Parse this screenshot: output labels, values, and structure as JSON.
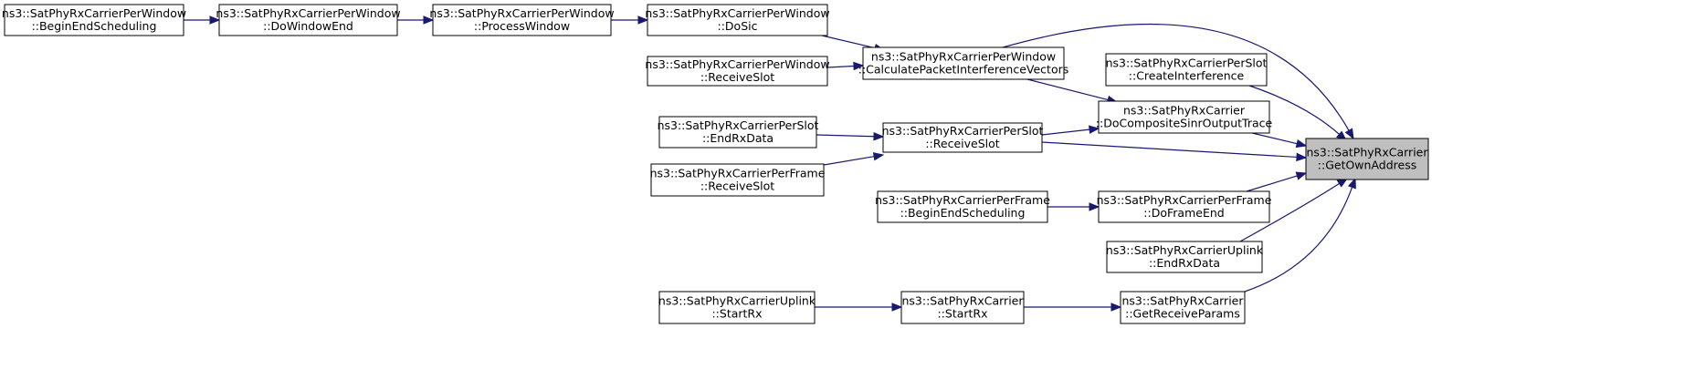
{
  "colors": {
    "edge": "#191970",
    "node_border": "#000000",
    "node_fill": "#ffffff",
    "focus_fill": "#bfbfbf"
  },
  "nodes": [
    {
      "id": "n1",
      "line1": "ns3::SatPhyRxCarrierPerWindow",
      "line2": "::BeginEndScheduling"
    },
    {
      "id": "n2",
      "line1": "ns3::SatPhyRxCarrierPerWindow",
      "line2": "::DoWindowEnd"
    },
    {
      "id": "n3",
      "line1": "ns3::SatPhyRxCarrierPerWindow",
      "line2": "::ProcessWindow"
    },
    {
      "id": "n4",
      "line1": "ns3::SatPhyRxCarrierPerWindow",
      "line2": "::DoSic"
    },
    {
      "id": "n5",
      "line1": "ns3::SatPhyRxCarrierPerWindow",
      "line2": "::ReceiveSlot"
    },
    {
      "id": "n6",
      "line1": "ns3::SatPhyRxCarrierPerWindow",
      "line2": "::CalculatePacketInterferenceVectors"
    },
    {
      "id": "n7",
      "line1": "ns3::SatPhyRxCarrierPerSlot",
      "line2": "::CreateInterference"
    },
    {
      "id": "n8",
      "line1": "ns3::SatPhyRxCarrier",
      "line2": "::DoCompositeSinrOutputTrace"
    },
    {
      "id": "n9",
      "line1": "ns3::SatPhyRxCarrierPerSlot",
      "line2": "::EndRxData"
    },
    {
      "id": "n10",
      "line1": "ns3::SatPhyRxCarrierPerSlot",
      "line2": "::ReceiveSlot"
    },
    {
      "id": "n11",
      "line1": "ns3::SatPhyRxCarrierPerFrame",
      "line2": "::ReceiveSlot"
    },
    {
      "id": "n12",
      "line1": "ns3::SatPhyRxCarrierPerFrame",
      "line2": "::BeginEndScheduling"
    },
    {
      "id": "n13",
      "line1": "ns3::SatPhyRxCarrierPerFrame",
      "line2": "::DoFrameEnd"
    },
    {
      "id": "n14",
      "line1": "ns3::SatPhyRxCarrierUplink",
      "line2": "::EndRxData"
    },
    {
      "id": "n15",
      "line1": "ns3::SatPhyRxCarrierUplink",
      "line2": "::StartRx"
    },
    {
      "id": "n16",
      "line1": "ns3::SatPhyRxCarrier",
      "line2": "::StartRx"
    },
    {
      "id": "n17",
      "line1": "ns3::SatPhyRxCarrier",
      "line2": "::GetReceiveParams"
    },
    {
      "id": "n18",
      "line1": "ns3::SatPhyRxCarrier",
      "line2": "::GetOwnAddress",
      "focus": true
    }
  ],
  "edges": [
    {
      "from": "n1",
      "to": "n2"
    },
    {
      "from": "n2",
      "to": "n3"
    },
    {
      "from": "n3",
      "to": "n4"
    },
    {
      "from": "n4",
      "to": "n6"
    },
    {
      "from": "n5",
      "to": "n6"
    },
    {
      "from": "n6",
      "to": "n18"
    },
    {
      "from": "n6",
      "to": "n8"
    },
    {
      "from": "n7",
      "to": "n18"
    },
    {
      "from": "n8",
      "to": "n18"
    },
    {
      "from": "n9",
      "to": "n10"
    },
    {
      "from": "n11",
      "to": "n10"
    },
    {
      "from": "n10",
      "to": "n8"
    },
    {
      "from": "n10",
      "to": "n18"
    },
    {
      "from": "n12",
      "to": "n13"
    },
    {
      "from": "n13",
      "to": "n18"
    },
    {
      "from": "n14",
      "to": "n18"
    },
    {
      "from": "n15",
      "to": "n16"
    },
    {
      "from": "n16",
      "to": "n17"
    },
    {
      "from": "n17",
      "to": "n18"
    }
  ]
}
